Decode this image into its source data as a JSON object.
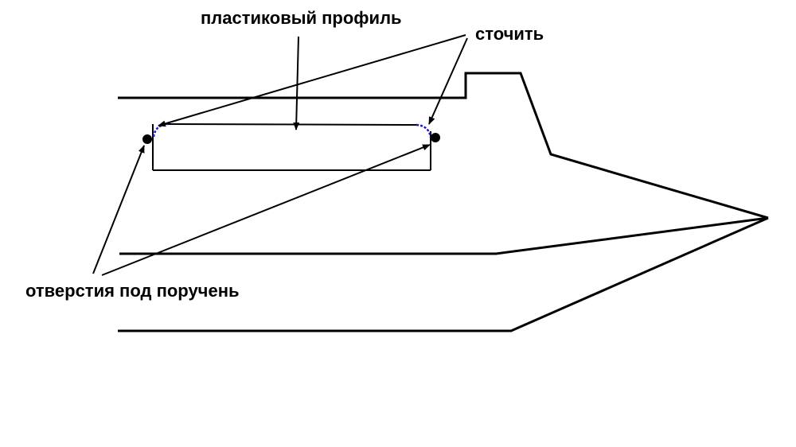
{
  "labels": {
    "plastic_profile": "пластиковый профиль",
    "grind_off": "сточить",
    "handrail_holes": "отверстия под поручень"
  },
  "colors": {
    "line": "#000000",
    "highlight": "#1a1acc"
  }
}
